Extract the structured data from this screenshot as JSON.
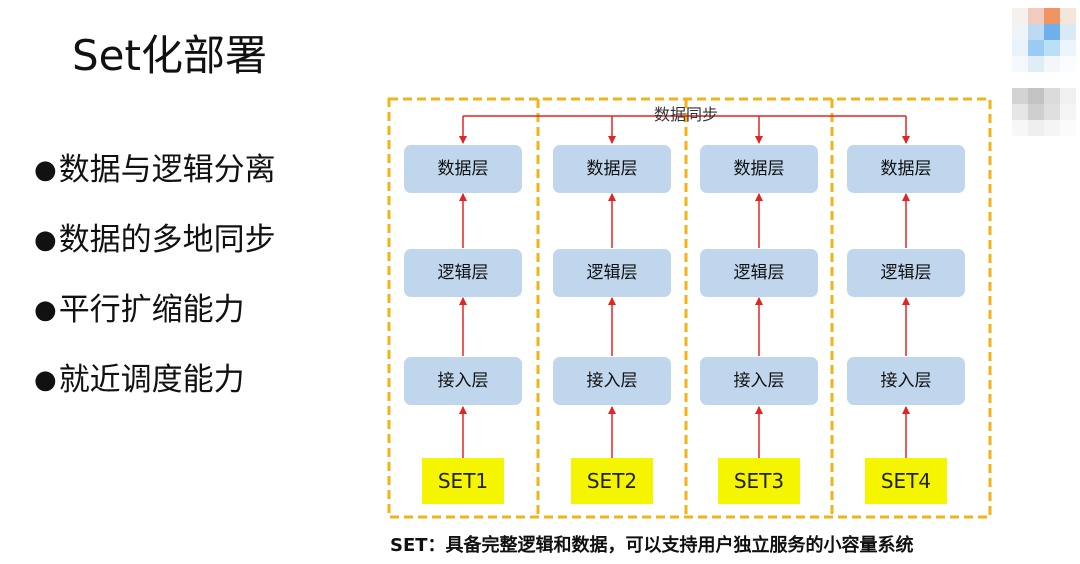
{
  "title": "Set化部署",
  "bullets": [
    {
      "symbol": "●",
      "text": "数据与逻辑分离"
    },
    {
      "symbol": "●",
      "text": "数据的多地同步"
    },
    {
      "symbol": "●",
      "text": "平行扩缩能力"
    },
    {
      "symbol": "●",
      "text": "就近调度能力"
    }
  ],
  "diagram": {
    "sync_label": "数据同步",
    "sets": [
      {
        "name": "SET1",
        "layers": [
          "数据层",
          "逻辑层",
          "接入层"
        ]
      },
      {
        "name": "SET2",
        "layers": [
          "数据层",
          "逻辑层",
          "接入层"
        ]
      },
      {
        "name": "SET3",
        "layers": [
          "数据层",
          "逻辑层",
          "接入层"
        ]
      },
      {
        "name": "SET4",
        "layers": [
          "数据层",
          "逻辑层",
          "接入层"
        ]
      }
    ],
    "colors": {
      "border": "#f2b318",
      "layer_box": "#bfd6ec",
      "set_box": "#f5f500",
      "arrow": "#e32424"
    }
  },
  "caption": "SET：具备完整逻辑和数据，可以支持用户独立服务的小容量系统"
}
